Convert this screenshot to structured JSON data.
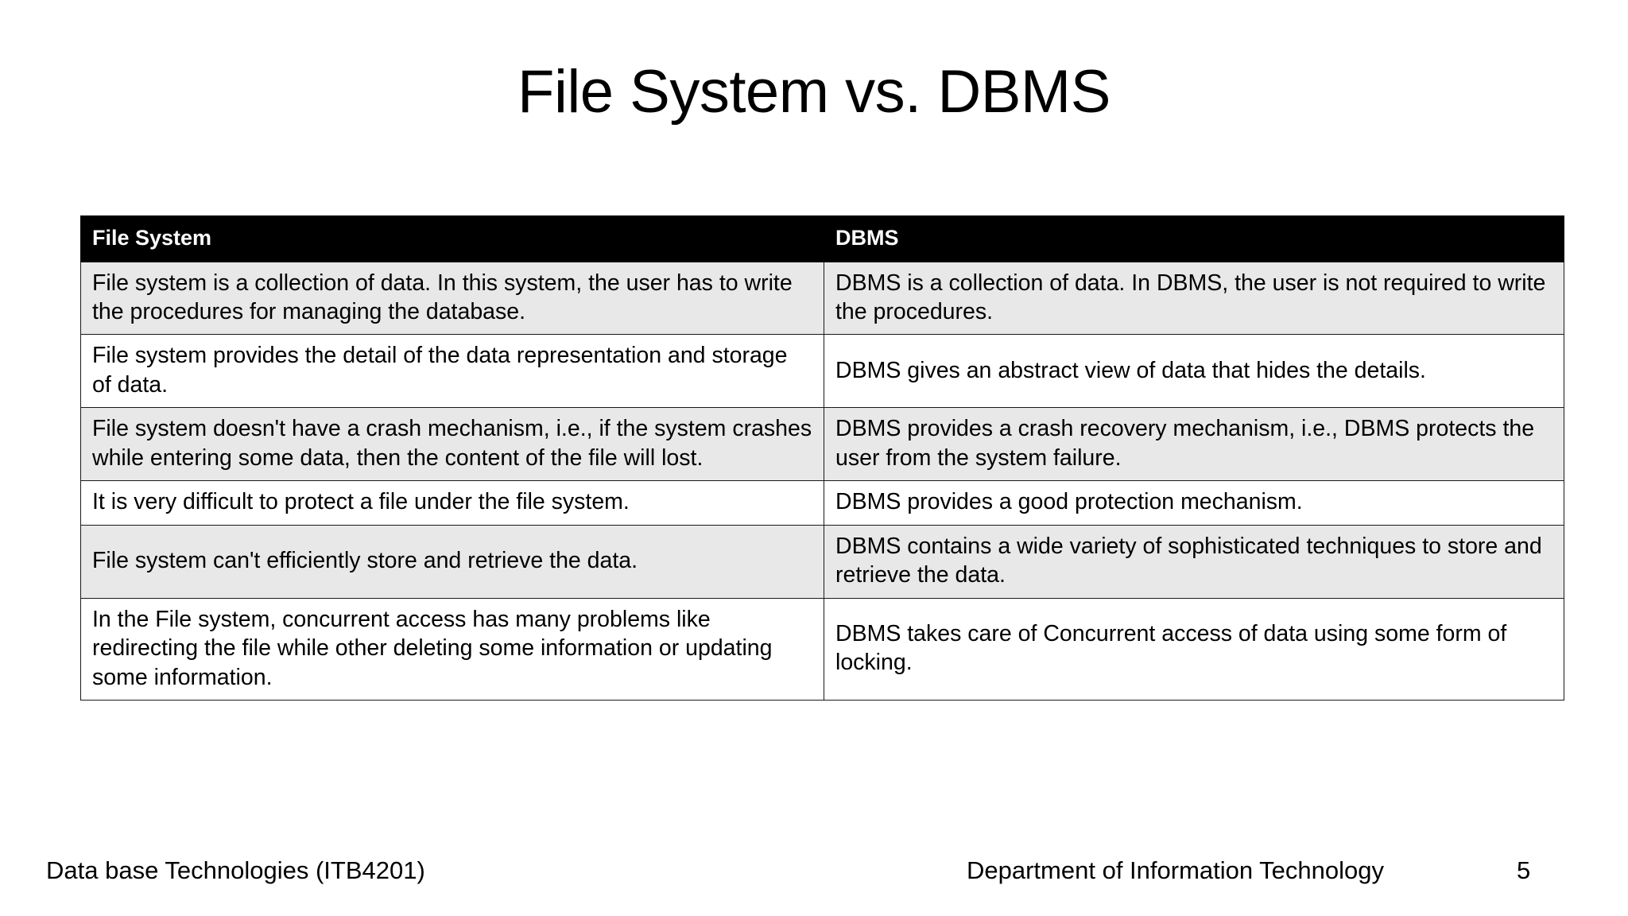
{
  "slide": {
    "title": "File System vs. DBMS",
    "background_color": "#ffffff",
    "header_background_color": "#000000",
    "header_text_color": "#ffffff",
    "shaded_row_color": "#e8e8e8",
    "border_color": "#1a1a1a"
  },
  "table": {
    "columns": [
      {
        "label": "File System"
      },
      {
        "label": "DBMS"
      }
    ],
    "rows": [
      {
        "shaded": true,
        "file_system": "File system is a collection of data. In this system, the user has to write the procedures for managing the database.",
        "dbms": "DBMS is a collection of data. In DBMS, the user is not required to write the procedures."
      },
      {
        "shaded": false,
        "file_system": "File system provides the detail of the data representation and storage of data.",
        "dbms": "DBMS gives an abstract view of data that hides the details."
      },
      {
        "shaded": true,
        "file_system": "File system doesn't have a crash mechanism, i.e., if the system crashes while entering some data, then the content of the file will lost.",
        "dbms": "DBMS provides a crash recovery mechanism, i.e., DBMS protects the user from the system failure."
      },
      {
        "shaded": false,
        "file_system": "It is very difficult to protect a file under the file system.",
        "dbms": "DBMS provides a good protection mechanism."
      },
      {
        "shaded": true,
        "file_system": "File system can't efficiently store and retrieve the data.",
        "dbms": "DBMS contains a wide variety of sophisticated techniques to store and retrieve the data."
      },
      {
        "shaded": false,
        "file_system": "In the File system, concurrent access has many problems like redirecting the file while other deleting some information or updating some information.",
        "dbms": "DBMS takes care of Concurrent access of data using some form of locking."
      }
    ]
  },
  "footer": {
    "course": "Data base Technologies (ITB4201)",
    "department": "Department of Information Technology",
    "page_number": "5"
  }
}
